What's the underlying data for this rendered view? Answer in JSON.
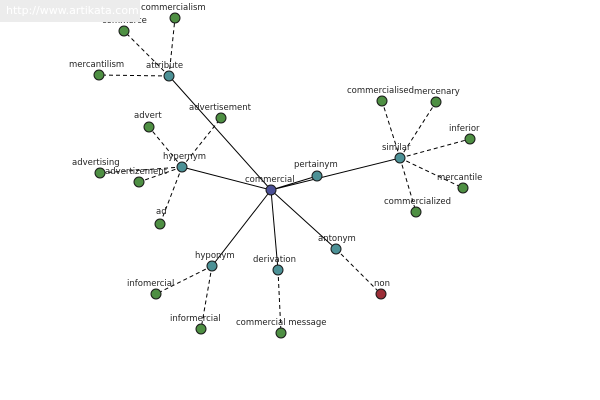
{
  "watermark": "http://www.artikata.com",
  "colors": {
    "root": "#4a4f96",
    "relation": "#4c9196",
    "word": "#4e8f43",
    "antonym_word": "#9c2e37",
    "edge": "#000000"
  },
  "graph": {
    "root": "commercial",
    "relations": [
      {
        "id": "attribute",
        "label": "attribute",
        "words": [
          "commerce",
          "commercialism",
          "mercantilism"
        ]
      },
      {
        "id": "hypernym",
        "label": "hypernym",
        "words": [
          "advertisement",
          "advert",
          "advertising",
          "advertizement",
          "ad"
        ]
      },
      {
        "id": "pertainym",
        "label": "pertainym",
        "words": []
      },
      {
        "id": "similar",
        "label": "similar",
        "words": [
          "commercialised",
          "mercenary",
          "inferior",
          "mercantile",
          "commercialized"
        ]
      },
      {
        "id": "antonym",
        "label": "antonym",
        "words": [
          "non"
        ]
      },
      {
        "id": "derivation",
        "label": "derivation",
        "words": [
          "commercial message"
        ]
      },
      {
        "id": "hyponym",
        "label": "hyponym",
        "words": [
          "infomercial",
          "informercial"
        ]
      }
    ]
  }
}
